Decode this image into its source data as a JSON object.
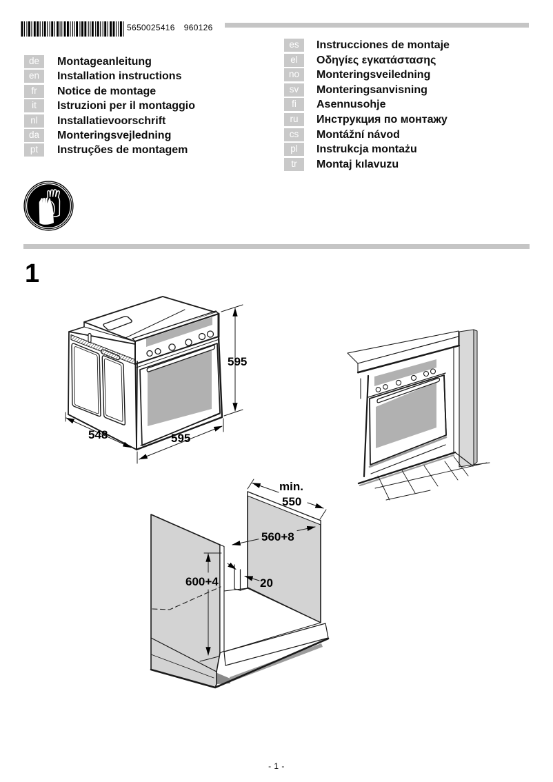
{
  "header": {
    "barcode_number": "5650025416",
    "barcode_date": "960126"
  },
  "languages_left": [
    {
      "code": "de",
      "label": "Montageanleitung"
    },
    {
      "code": "en",
      "label": "Installation instructions"
    },
    {
      "code": "fr",
      "label": "Notice de montage"
    },
    {
      "code": "it",
      "label": "Istruzioni per il montaggio"
    },
    {
      "code": "nl",
      "label": "Installatievoorschrift"
    },
    {
      "code": "da",
      "label": "Monteringsvejledning"
    },
    {
      "code": "pt",
      "label": "Instruções de montagem"
    }
  ],
  "languages_right": [
    {
      "code": "es",
      "label": "Instrucciones de montaje"
    },
    {
      "code": "el",
      "label": "Οδηγίες εγκατάστασης"
    },
    {
      "code": "no",
      "label": "Monteringsveiledning"
    },
    {
      "code": "sv",
      "label": "Monteringsanvisning"
    },
    {
      "code": "fi",
      "label": "Asennusohje"
    },
    {
      "code": "ru",
      "label": "Инструкция по монтажу"
    },
    {
      "code": "cs",
      "label": "Montážní návod"
    },
    {
      "code": "pl",
      "label": "Instrukcja montażu"
    },
    {
      "code": "tr",
      "label": "Montaj kılavuzu"
    }
  ],
  "section": {
    "number": "1"
  },
  "drawings": {
    "oven_iso": {
      "height_label": "595",
      "depth_label": "548",
      "width_label": "595"
    },
    "niche": {
      "min_label": "min.",
      "min_value": "550",
      "width_label": "560+8",
      "height_label": "600+4",
      "rail_label": "20"
    }
  },
  "icon": {
    "gloves": "wear-protective-gloves"
  },
  "footer": {
    "page_number": "- 1 -"
  },
  "colors": {
    "box_gray": "#c9c9c9",
    "bar_gray": "#c5c5c5",
    "panel_gray": "#d3d3d3",
    "glass_gray": "#b1b1b1"
  }
}
